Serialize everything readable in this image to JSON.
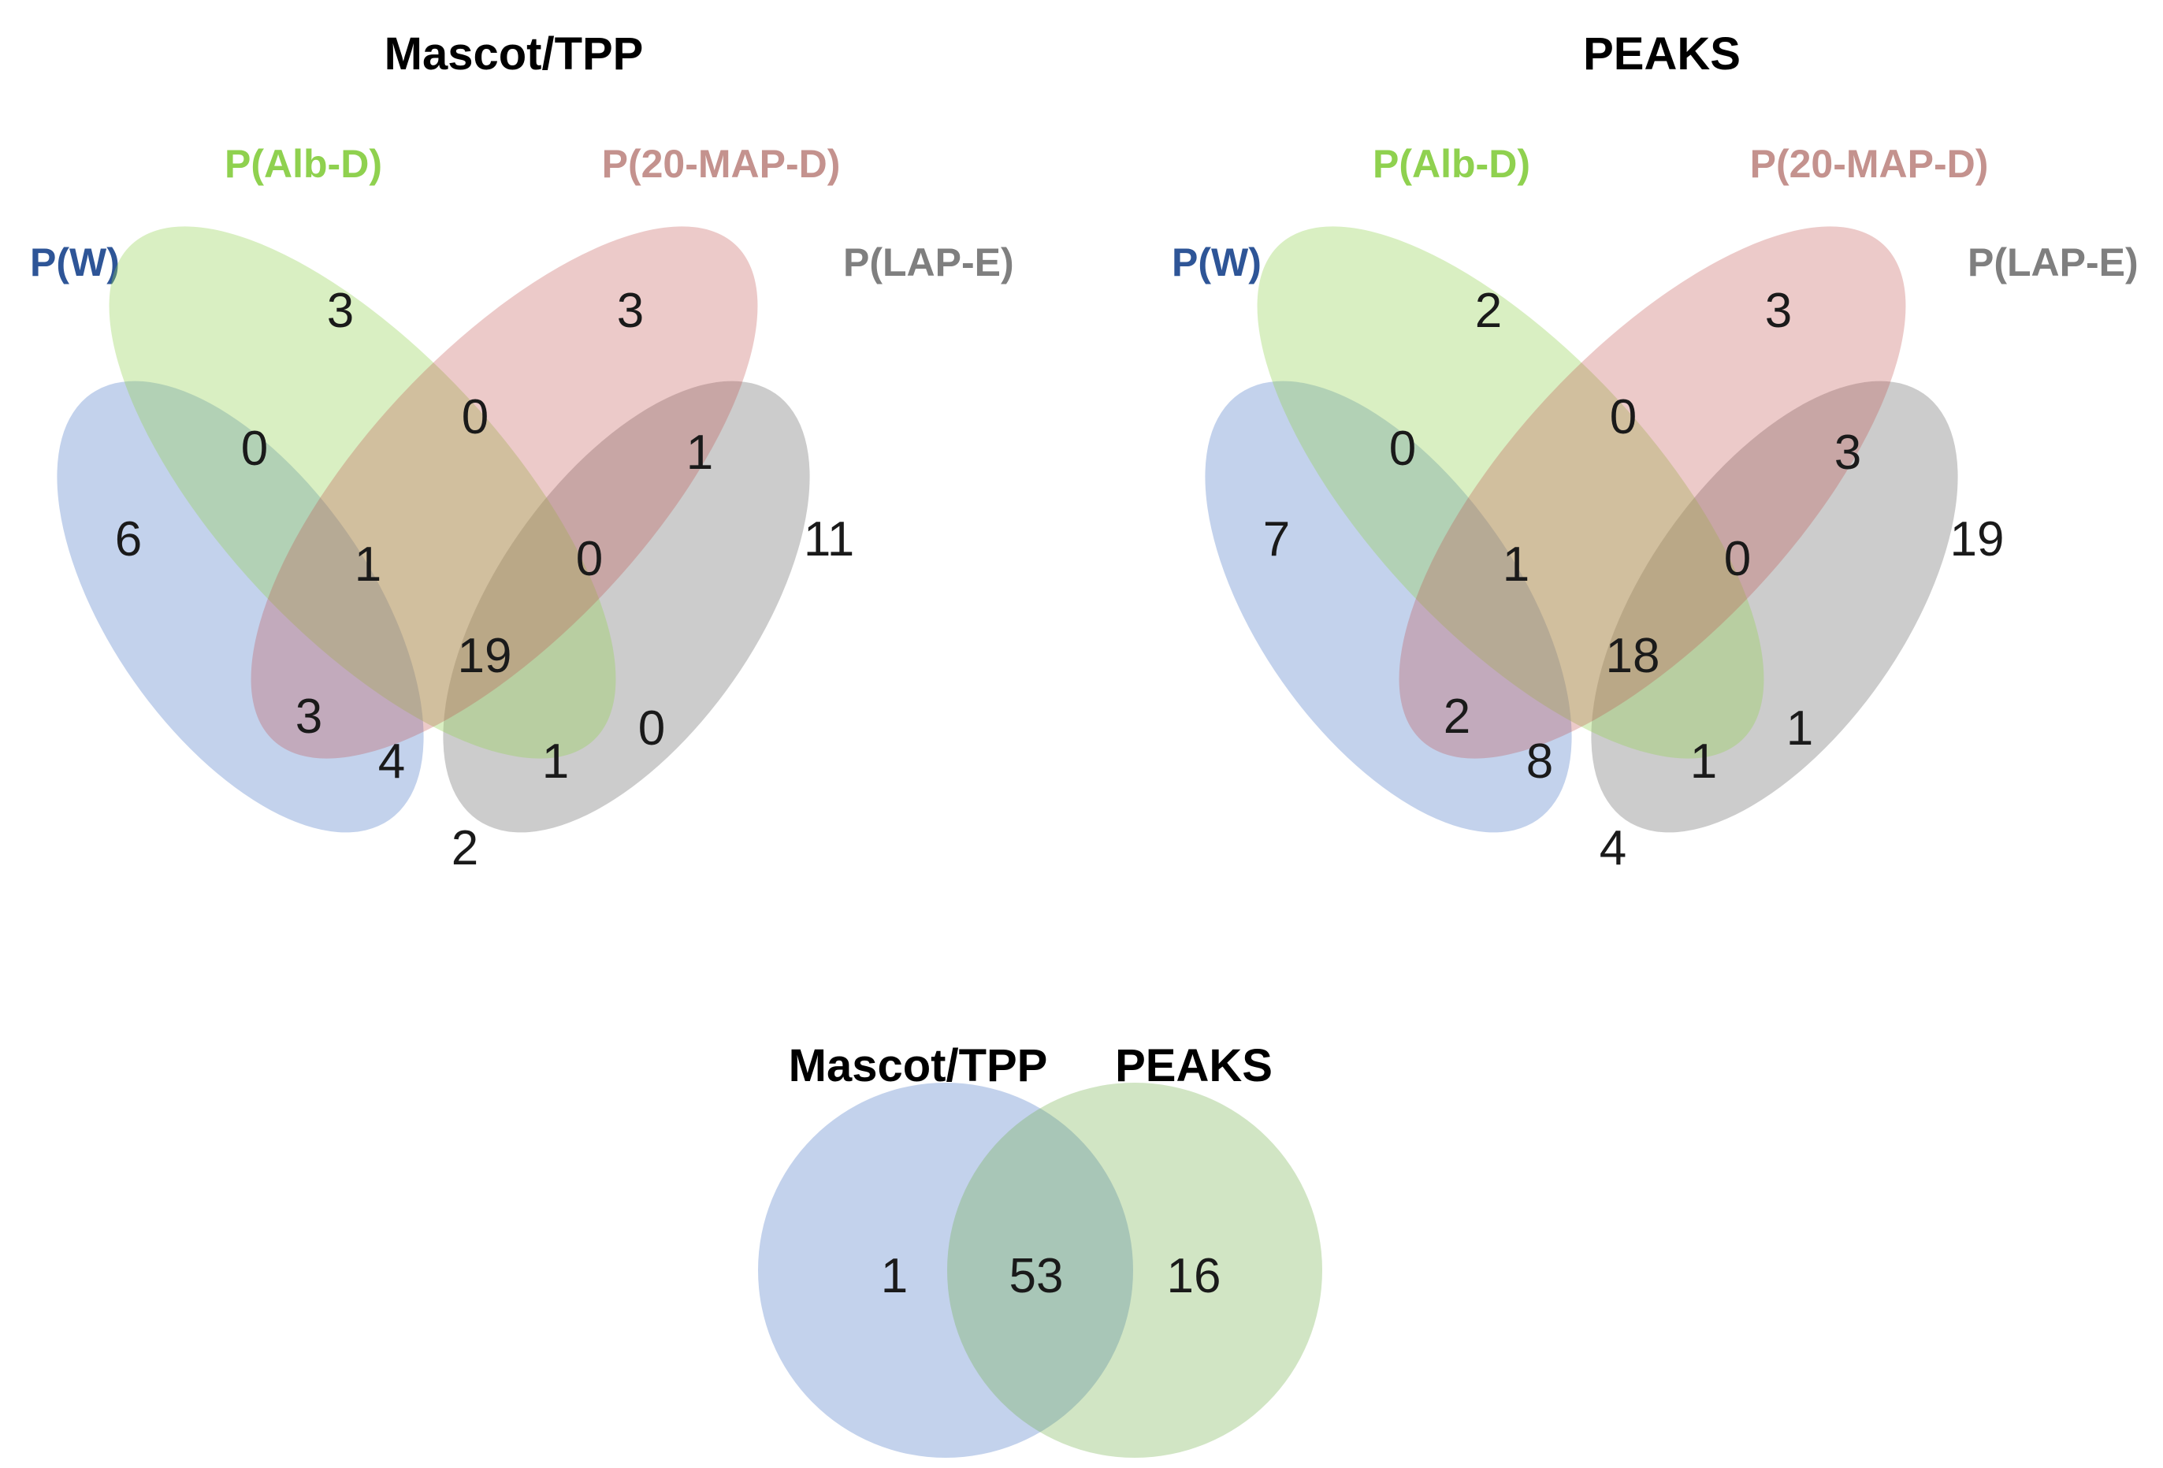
{
  "colors": {
    "P(W)": "#4472c4",
    "P(Alb-D)": "#92d050",
    "P(20-MAP-D)": "#c0504d",
    "P(LAP-E)": "#7f7f7f",
    "mascot_circle": "#4472c4",
    "peaks_circle": "#70ad47",
    "label_W": "#2e5597",
    "label_Alb": "#8fd14f",
    "label_MAP": "#c4928e",
    "label_LAP": "#7f7f7f"
  },
  "venns": [
    {
      "title": "Mascot/TPP",
      "sets": [
        "P(W)",
        "P(Alb-D)",
        "P(20-MAP-D)",
        "P(LAP-E)"
      ],
      "counts": {
        "W_only": "6",
        "Alb_only": "3",
        "MAP_only": "3",
        "LAP_only": "11",
        "W_Alb": "0",
        "Alb_MAP": "0",
        "MAP_LAP": "1",
        "W_Alb_MAP": "1",
        "Alb_MAP_LAP": "0",
        "all_four": "19",
        "W_MAP": "3",
        "Alb_LAP": "0",
        "W_MAP_LAP": "4",
        "W_Alb_LAP": "1",
        "W_LAP": "2"
      }
    },
    {
      "title": "PEAKS",
      "sets": [
        "P(W)",
        "P(Alb-D)",
        "P(20-MAP-D)",
        "P(LAP-E)"
      ],
      "counts": {
        "W_only": "7",
        "Alb_only": "2",
        "MAP_only": "3",
        "LAP_only": "19",
        "W_Alb": "0",
        "Alb_MAP": "0",
        "MAP_LAP": "3",
        "W_Alb_MAP": "1",
        "Alb_MAP_LAP": "0",
        "all_four": "18",
        "W_MAP": "2",
        "Alb_LAP": "1",
        "W_MAP_LAP": "8",
        "W_Alb_LAP": "1",
        "W_LAP": "4"
      }
    }
  ],
  "comparison": {
    "left_label": "Mascot/TPP",
    "right_label": "PEAKS",
    "left_only": "1",
    "both": "53",
    "right_only": "16"
  }
}
